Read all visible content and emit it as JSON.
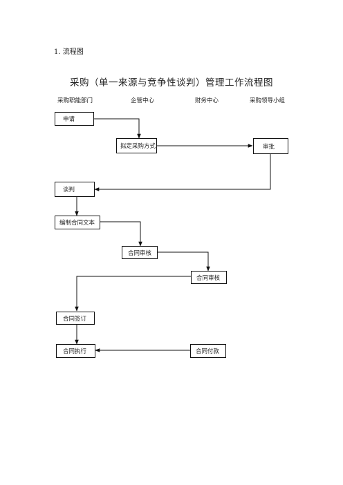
{
  "document": {
    "section_heading": "1. 流程图",
    "title": "采购（单一来源与竞争性谈判）管理工作流程图"
  },
  "lanes": [
    {
      "id": "procurement-dept",
      "label": "采购职能部门"
    },
    {
      "id": "enterprise-mgmt",
      "label": "企管中心"
    },
    {
      "id": "finance",
      "label": "财务中心"
    },
    {
      "id": "leadership",
      "label": "采购领导小组"
    }
  ],
  "nodes": {
    "apply": {
      "label": "申请",
      "lane": "采购职能部门"
    },
    "decide_method": {
      "label": "拟定采购方式",
      "lane": "企管中心"
    },
    "approve": {
      "label": "审批",
      "lane": "采购领导小组"
    },
    "negotiate": {
      "label": "谈判",
      "lane": "采购职能部门"
    },
    "draft_contract": {
      "label": "编制合同文本",
      "lane": "采购职能部门"
    },
    "contract_review_mgmt": {
      "label": "合同审核",
      "lane": "企管中心"
    },
    "contract_review_finance": {
      "label": "合同审核",
      "lane": "财务中心"
    },
    "sign_contract": {
      "label": "合同签订",
      "lane": "采购职能部门"
    },
    "execute_contract": {
      "label": "合同执行",
      "lane": "采购职能部门"
    },
    "payment": {
      "label": "合同付款",
      "lane": "财务中心"
    }
  },
  "edges": [
    {
      "from": "apply",
      "to": "decide_method"
    },
    {
      "from": "decide_method",
      "to": "approve"
    },
    {
      "from": "approve",
      "to": "negotiate"
    },
    {
      "from": "negotiate",
      "to": "draft_contract"
    },
    {
      "from": "draft_contract",
      "to": "contract_review_mgmt"
    },
    {
      "from": "contract_review_mgmt",
      "to": "contract_review_finance"
    },
    {
      "from": "contract_review_finance",
      "to": "sign_contract"
    },
    {
      "from": "sign_contract",
      "to": "execute_contract"
    },
    {
      "from": "payment",
      "to": "execute_contract"
    }
  ]
}
